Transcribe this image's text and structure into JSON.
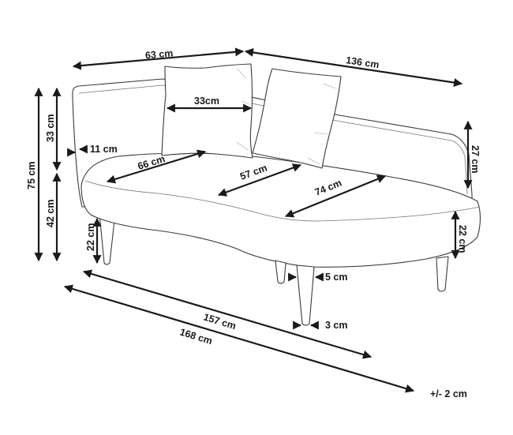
{
  "diagram": {
    "subject": "chaise longue sofa with two cushions",
    "colors": {
      "line": "#1a1a1a",
      "outline": "#3a3a3a",
      "background": "#ffffff"
    },
    "dimensions": {
      "back_left_width": "63 cm",
      "back_right_length": "136 cm",
      "cushion_width": "33cm",
      "total_height": "75 cm",
      "backrest_height": "33 cm",
      "seat_height": "42 cm",
      "backrest_thickness": "11 cm",
      "seat_depth_left": "66 cm",
      "seat_depth_middle": "57 cm",
      "seat_depth_right": "74 cm",
      "armrest_height": "27 cm",
      "leg_height_left": "22 cm",
      "seat_thickness_right": "22 cm",
      "leg_top_width": "5 cm",
      "leg_bottom_width": "3 cm",
      "seat_length": "157 cm",
      "total_length": "168 cm",
      "tolerance": "+/- 2 cm"
    }
  }
}
